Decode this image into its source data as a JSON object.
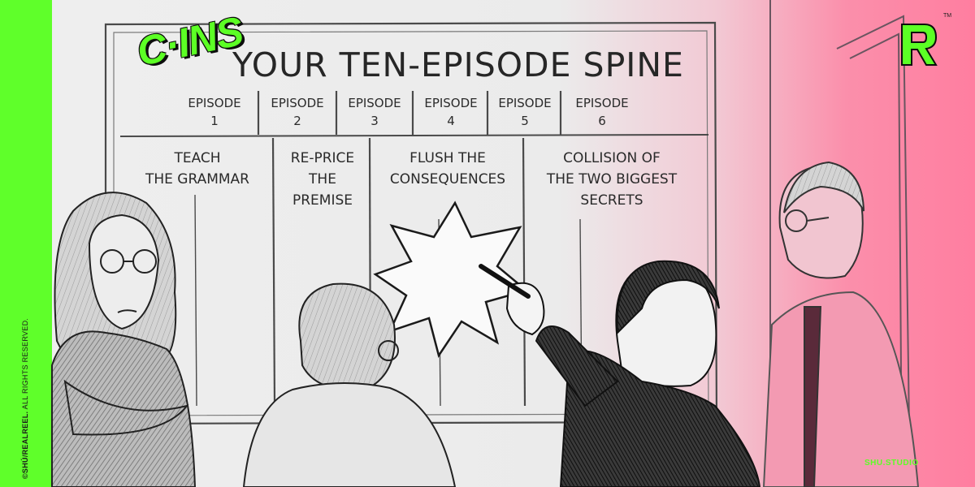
{
  "whiteboard": {
    "title": "YOUR TEN-EPISODE SPINE",
    "episodes": [
      {
        "label": "EPISODE",
        "number": "1"
      },
      {
        "label": "EPISODE",
        "number": "2"
      },
      {
        "label": "EPISODE",
        "number": "3"
      },
      {
        "label": "EPISODE",
        "number": "4"
      },
      {
        "label": "EPISODE",
        "number": "5"
      },
      {
        "label": "EPISODE",
        "number": "6"
      }
    ],
    "phases": [
      {
        "line1": "TEACH",
        "line2": "THE GRAMMAR",
        "line3": ""
      },
      {
        "line1": "RE-PRICE",
        "line2": "THE",
        "line3": "PREMISE"
      },
      {
        "line1": "FLUSH THE",
        "line2": "CONSEQUENCES",
        "line3": ""
      },
      {
        "line1": "COLLISION OF",
        "line2": "THE TWO BIGGEST",
        "line3": "SECRETS"
      }
    ]
  },
  "branding": {
    "logo_text": "C·INS",
    "trademark": "TM",
    "studio_name": "SHU.STUDIO",
    "copyright_bold": "©SHÚ/REALREEL.",
    "copyright_rest": " ALL RIGHTS RESERVED.",
    "accent_green": "#5cff25",
    "accent_pink": "#ff7ea0"
  }
}
